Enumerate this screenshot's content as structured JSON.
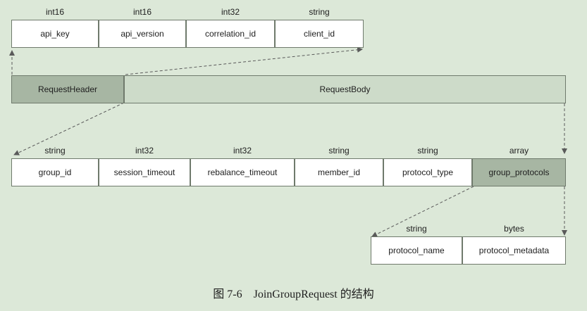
{
  "header_fields": [
    {
      "type": "int16",
      "name": "api_key"
    },
    {
      "type": "int16",
      "name": "api_version"
    },
    {
      "type": "int32",
      "name": "correlation_id"
    },
    {
      "type": "string",
      "name": "client_id"
    }
  ],
  "request": {
    "header_label": "RequestHeader",
    "body_label": "RequestBody"
  },
  "body_fields": [
    {
      "type": "string",
      "name": "group_id"
    },
    {
      "type": "int32",
      "name": "session_timeout"
    },
    {
      "type": "int32",
      "name": "rebalance_timeout"
    },
    {
      "type": "string",
      "name": "member_id"
    },
    {
      "type": "string",
      "name": "protocol_type"
    },
    {
      "type": "array",
      "name": "group_protocols"
    }
  ],
  "protocol_fields": [
    {
      "type": "string",
      "name": "protocol_name"
    },
    {
      "type": "bytes",
      "name": "protocol_metadata"
    }
  ],
  "caption": "图 7-6　JoinGroupRequest 的结构",
  "colors": {
    "background": "#dce8d8",
    "highlight_box": "#a7b6a3",
    "body_box": "#cddbc9",
    "field_box": "#ffffff"
  }
}
